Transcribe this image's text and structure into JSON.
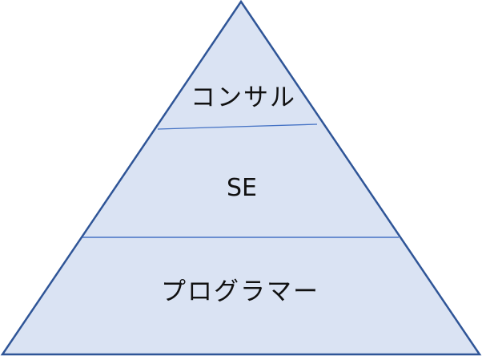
{
  "diagram": {
    "type": "pyramid",
    "fill_color": "#dae3f3",
    "stroke_color": "#2f5597",
    "divider_color": "#4472c4",
    "levels": [
      {
        "label": "コンサル",
        "position": "top"
      },
      {
        "label": "SE",
        "position": "middle"
      },
      {
        "label": "プログラマー",
        "position": "bottom"
      }
    ]
  }
}
